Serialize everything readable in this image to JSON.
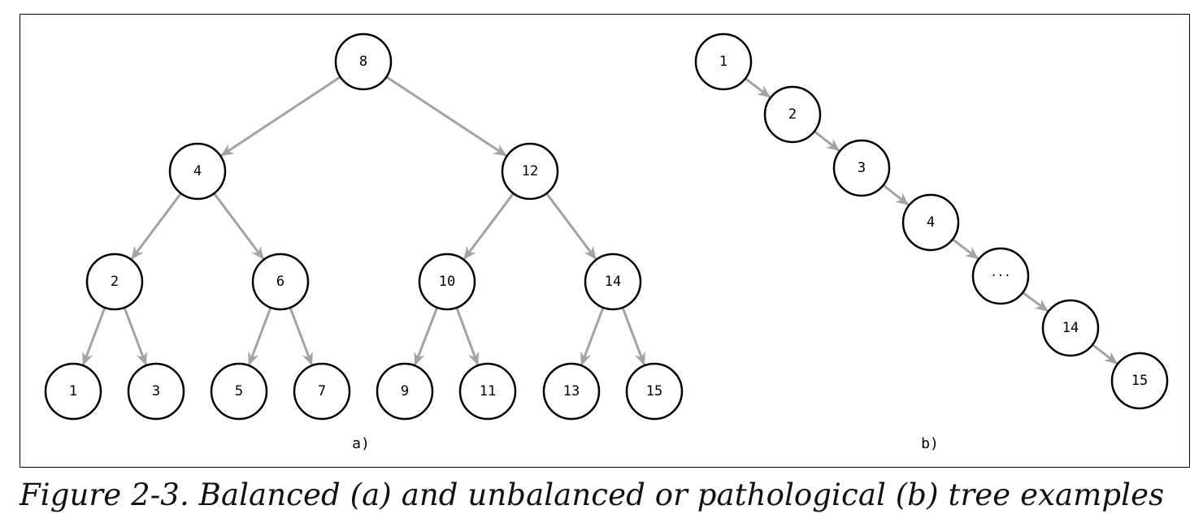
{
  "caption": "Figure 2-3. Balanced (a) and unbalanced or pathological (b) tree examples",
  "colors": {
    "edge": "#a3a3a3",
    "node_stroke": "#000000",
    "frame": "#000000"
  },
  "balanced_tree": {
    "label": "a)",
    "nodes": [
      {
        "id": "8",
        "label": "8"
      },
      {
        "id": "4",
        "label": "4"
      },
      {
        "id": "12",
        "label": "12"
      },
      {
        "id": "2",
        "label": "2"
      },
      {
        "id": "6",
        "label": "6"
      },
      {
        "id": "10",
        "label": "10"
      },
      {
        "id": "14",
        "label": "14"
      },
      {
        "id": "1",
        "label": "1"
      },
      {
        "id": "3",
        "label": "3"
      },
      {
        "id": "5",
        "label": "5"
      },
      {
        "id": "7",
        "label": "7"
      },
      {
        "id": "9",
        "label": "9"
      },
      {
        "id": "11",
        "label": "11"
      },
      {
        "id": "13",
        "label": "13"
      },
      {
        "id": "15",
        "label": "15"
      }
    ],
    "edges": [
      [
        "8",
        "4"
      ],
      [
        "8",
        "12"
      ],
      [
        "4",
        "2"
      ],
      [
        "4",
        "6"
      ],
      [
        "12",
        "10"
      ],
      [
        "12",
        "14"
      ],
      [
        "2",
        "1"
      ],
      [
        "2",
        "3"
      ],
      [
        "6",
        "5"
      ],
      [
        "6",
        "7"
      ],
      [
        "10",
        "9"
      ],
      [
        "10",
        "11"
      ],
      [
        "14",
        "13"
      ],
      [
        "14",
        "15"
      ]
    ]
  },
  "unbalanced_tree": {
    "label": "b)",
    "nodes": [
      {
        "id": "1",
        "label": "1"
      },
      {
        "id": "2",
        "label": "2"
      },
      {
        "id": "3",
        "label": "3"
      },
      {
        "id": "4",
        "label": "4"
      },
      {
        "id": "dots",
        "label": "···"
      },
      {
        "id": "14",
        "label": "14"
      },
      {
        "id": "15",
        "label": "15"
      }
    ],
    "edges": [
      [
        "1",
        "2"
      ],
      [
        "2",
        "3"
      ],
      [
        "3",
        "4"
      ],
      [
        "4",
        "dots"
      ],
      [
        "dots",
        "14"
      ],
      [
        "14",
        "15"
      ]
    ]
  }
}
